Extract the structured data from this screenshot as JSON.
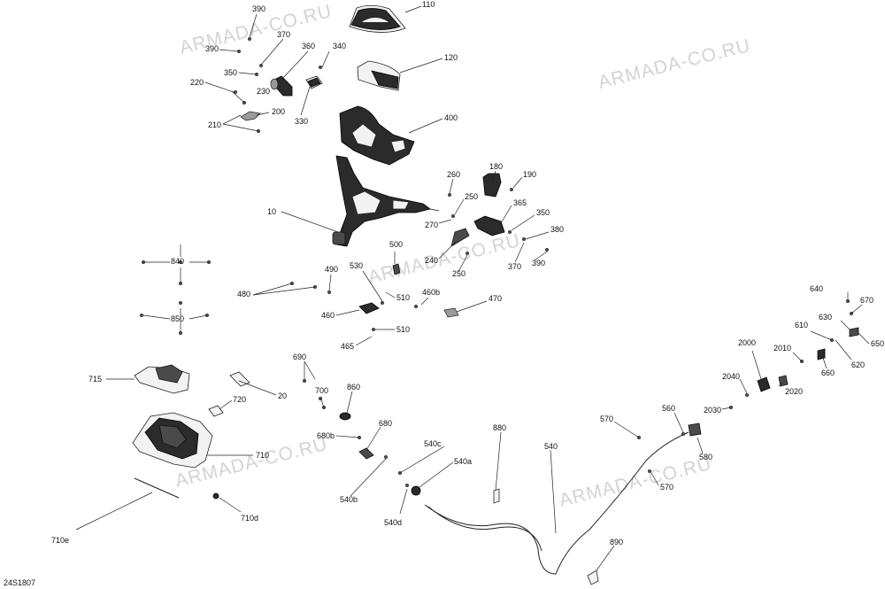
{
  "diagram_code": "24S1807",
  "watermark": "ARMADA-CO.RU",
  "callouts": [
    {
      "id": "c110",
      "text": "110"
    },
    {
      "id": "c120",
      "text": "120"
    },
    {
      "id": "c400",
      "text": "400"
    },
    {
      "id": "c10",
      "text": "10"
    },
    {
      "id": "c390a",
      "text": "390"
    },
    {
      "id": "c390b",
      "text": "390"
    },
    {
      "id": "c370a",
      "text": "370"
    },
    {
      "id": "c360",
      "text": "360"
    },
    {
      "id": "c340",
      "text": "340"
    },
    {
      "id": "c350a",
      "text": "350"
    },
    {
      "id": "c220",
      "text": "220"
    },
    {
      "id": "c230",
      "text": "230"
    },
    {
      "id": "c200",
      "text": "200"
    },
    {
      "id": "c210",
      "text": "210"
    },
    {
      "id": "c330",
      "text": "330"
    },
    {
      "id": "c180",
      "text": "180"
    },
    {
      "id": "c190",
      "text": "190"
    },
    {
      "id": "c260",
      "text": "260"
    },
    {
      "id": "c250a",
      "text": "250"
    },
    {
      "id": "c365",
      "text": "365"
    },
    {
      "id": "c350b",
      "text": "350"
    },
    {
      "id": "c270",
      "text": "270"
    },
    {
      "id": "c380",
      "text": "380"
    },
    {
      "id": "c240",
      "text": "240"
    },
    {
      "id": "c250b",
      "text": "250"
    },
    {
      "id": "c370b",
      "text": "370"
    },
    {
      "id": "c390c",
      "text": "390"
    },
    {
      "id": "c840",
      "text": "840"
    },
    {
      "id": "c500",
      "text": "500"
    },
    {
      "id": "c490",
      "text": "490"
    },
    {
      "id": "c480",
      "text": "480"
    },
    {
      "id": "c530",
      "text": "530"
    },
    {
      "id": "c510a",
      "text": "510"
    },
    {
      "id": "c460b",
      "text": "460b"
    },
    {
      "id": "c470",
      "text": "470"
    },
    {
      "id": "c850",
      "text": "850"
    },
    {
      "id": "c460",
      "text": "460"
    },
    {
      "id": "c510b",
      "text": "510"
    },
    {
      "id": "c465",
      "text": "465"
    },
    {
      "id": "c640",
      "text": "640"
    },
    {
      "id": "c670",
      "text": "670"
    },
    {
      "id": "c630",
      "text": "630"
    },
    {
      "id": "c610",
      "text": "610"
    },
    {
      "id": "c650",
      "text": "650"
    },
    {
      "id": "c2000",
      "text": "2000"
    },
    {
      "id": "c2010",
      "text": "2010"
    },
    {
      "id": "c620",
      "text": "620"
    },
    {
      "id": "c660",
      "text": "660"
    },
    {
      "id": "c690",
      "text": "690"
    },
    {
      "id": "c715",
      "text": "715"
    },
    {
      "id": "c20",
      "text": "20"
    },
    {
      "id": "c700",
      "text": "700"
    },
    {
      "id": "c860",
      "text": "860"
    },
    {
      "id": "c2040",
      "text": "2040"
    },
    {
      "id": "c2020",
      "text": "2020"
    },
    {
      "id": "c2030",
      "text": "2030"
    },
    {
      "id": "c720",
      "text": "720"
    },
    {
      "id": "c570a",
      "text": "570"
    },
    {
      "id": "c560",
      "text": "560"
    },
    {
      "id": "c880",
      "text": "880"
    },
    {
      "id": "c680",
      "text": "680"
    },
    {
      "id": "c680b",
      "text": "680b"
    },
    {
      "id": "c540c",
      "text": "540c"
    },
    {
      "id": "c540",
      "text": "540"
    },
    {
      "id": "c710",
      "text": "710"
    },
    {
      "id": "c540a",
      "text": "540a"
    },
    {
      "id": "c580",
      "text": "580"
    },
    {
      "id": "c570b",
      "text": "570"
    },
    {
      "id": "c540b",
      "text": "540b"
    },
    {
      "id": "c710d",
      "text": "710d"
    },
    {
      "id": "c540d",
      "text": "540d"
    },
    {
      "id": "c710e",
      "text": "710e"
    },
    {
      "id": "c890",
      "text": "890"
    }
  ]
}
